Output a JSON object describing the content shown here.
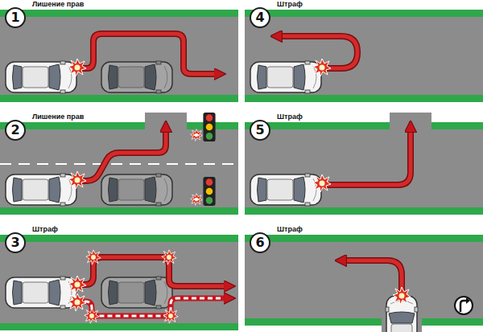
{
  "diagram": {
    "nodes": [
      {
        "text": [
          "1"
        ]
      },
      {
        "text": [
          "4"
        ]
      },
      {
        "text": [
          "2"
        ]
      },
      {
        "text": [
          "5"
        ]
      },
      {
        "text": [
          "3"
        ]
      },
      {
        "text": [
          "6"
        ]
      }
    ],
    "labels": [
      "Лишение прав",
      "Штраф",
      "Лишение прав",
      "Штраф",
      "Штраф",
      "Штраф"
    ]
  }
}
